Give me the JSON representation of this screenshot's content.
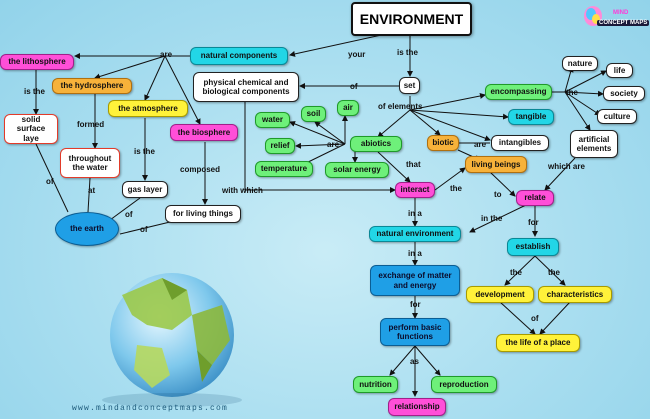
{
  "title": "ENVIRONMENT",
  "url": "www.mindandconceptmaps.com",
  "logo": {
    "mark": "MIND",
    "text": "CONCEPT MAPS"
  },
  "nodes": {
    "natural_components": "natural components",
    "lithosphere": "the lithosphere",
    "hydrosphere": "the hydrosphere",
    "atmosphere": "the atmosphere",
    "biosphere": "the biosphere",
    "solid_surface": "solid surface laye",
    "throughout_water": "throughout the water",
    "gas_layer": "gas layer",
    "living_things": "for living things",
    "the_earth": "the earth",
    "physical_chemical": "physical chemical and biological components",
    "set": "set",
    "water": "water",
    "soil": "soil",
    "air": "air",
    "relief": "relief",
    "abiotics": "abiotics",
    "temperature": "temperature",
    "solar_energy": "solar energy",
    "biotic": "biotic",
    "encompassing": "encompassing",
    "tangible": "tangible",
    "intangibles": "intangibles",
    "nature": "nature",
    "life": "life",
    "society": "society",
    "culture": "culture",
    "artificial": "artificial elements",
    "living_beings": "living beings",
    "interact": "interact",
    "relate": "relate",
    "natural_environment": "natural environment",
    "establish": "establish",
    "exchange": "exchange of matter and energy",
    "development": "development",
    "characteristics": "characteristics",
    "perform": "perform basic functions",
    "place_life": "the life of a place",
    "nutrition": "nutrition",
    "reproduction": "reproduction",
    "relationship": "relationship"
  },
  "labels": {
    "are_top": "are",
    "your": "your",
    "is_the_top": "is the",
    "of_set": "of",
    "of_elements": "of elements",
    "is_the_litho": "is the",
    "formed": "formed",
    "is_the_atmo": "is the",
    "composed": "composed",
    "of_litho": "of",
    "at": "at",
    "of_gas": "of",
    "of_living": "of",
    "are_abiotics": "are",
    "that": "that",
    "with_which": "with which",
    "the_interact": "the",
    "are_biotic": "are",
    "the_encompassing": "the",
    "which_are": "which are",
    "to": "to",
    "in_a_1": "in a",
    "in_the": "in the",
    "for_relate": "for",
    "in_a_2": "in a",
    "the_dev": "the",
    "the_char": "the",
    "for_exchange": "for",
    "of_place": "of",
    "as": "as"
  }
}
